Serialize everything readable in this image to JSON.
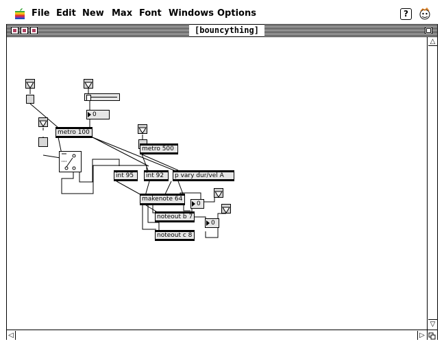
{
  "menubar": {
    "items": [
      "File",
      "Edit",
      "New",
      "Max",
      "Font",
      "Windows",
      "Options"
    ],
    "help_label": "?"
  },
  "window": {
    "title": "[bouncything]"
  },
  "patch": {
    "metro1_label": "metro 100",
    "metro2_label": "metro 500",
    "int1_label": "int 95",
    "int2_label": "int 92",
    "pvary_label": "p vary dur/vel A",
    "makenote_label": "makenote 64",
    "noteout1_label": "noteout b 7",
    "noteout2_label": "noteout c 8",
    "num1_value": "0",
    "num2_value": "0",
    "num3_value": "0"
  },
  "colors": {
    "title_box_accent": "#b04060",
    "object_fill": "#e6e6e6"
  }
}
